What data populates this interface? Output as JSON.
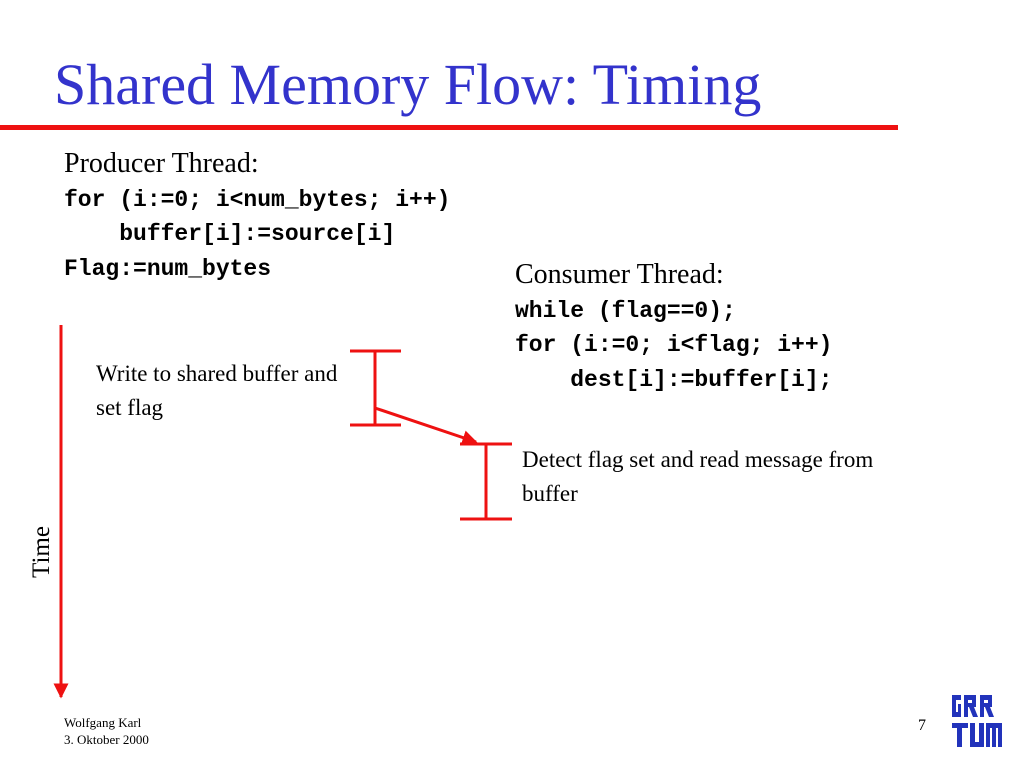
{
  "colors": {
    "title": "#3333cc",
    "accent": "#ee1111",
    "text": "#000000",
    "logo": "#2233bb"
  },
  "slide": {
    "title": "Shared Memory Flow: Timing"
  },
  "producer": {
    "heading": "Producer Thread:",
    "code": [
      "for (i:=0; i<num_bytes; i++)",
      "    buffer[i]:=source[i]",
      "Flag:=num_bytes"
    ]
  },
  "consumer": {
    "heading": "Consumer Thread:",
    "code": [
      "while (flag==0);",
      "for (i:=0; i<flag; i++)",
      "    dest[i]:=buffer[i];"
    ]
  },
  "diagram": {
    "producer_note": "Write to shared buffer and set flag",
    "consumer_note": "Detect flag set and read message from buffer",
    "axis_label": "Time"
  },
  "footer": {
    "author": "Wolfgang Karl",
    "date": "3. Oktober 2000",
    "page_number": "7",
    "logo_name": "tum-logo"
  }
}
